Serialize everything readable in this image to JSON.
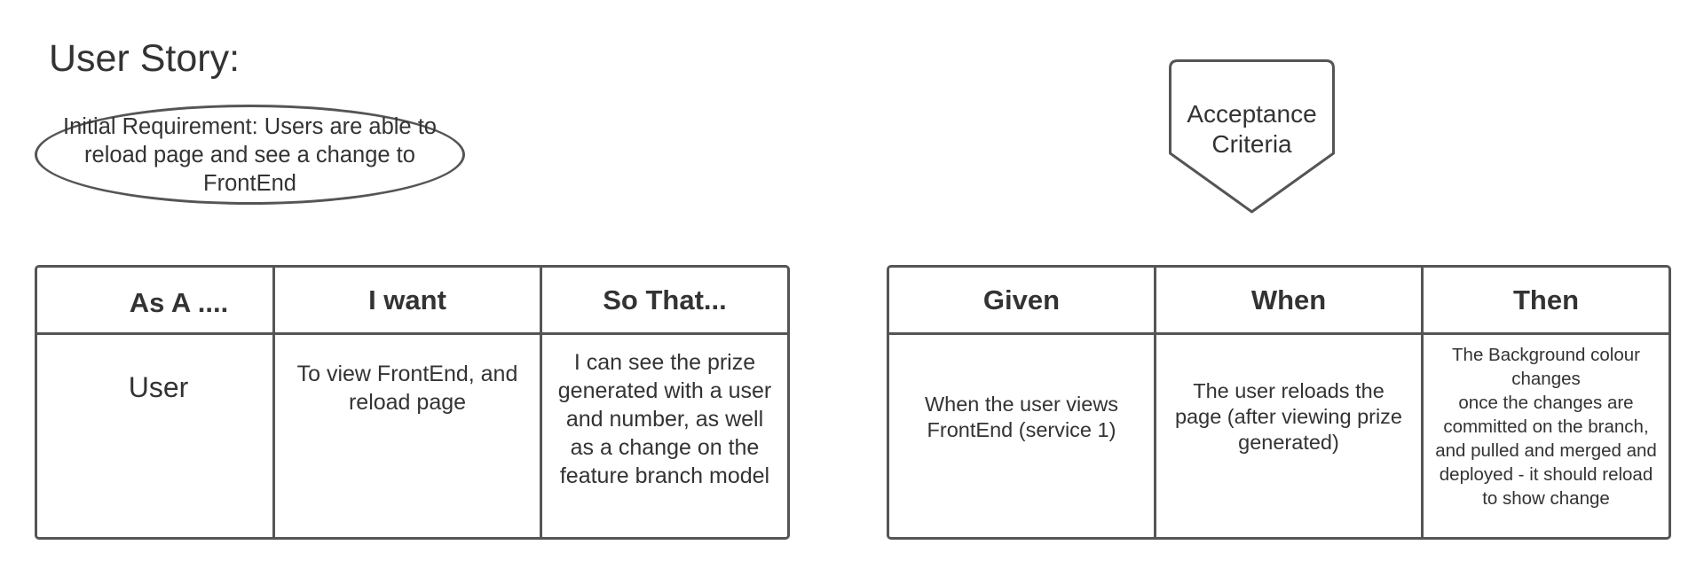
{
  "title": "User Story:",
  "requirement": "Initial Requirement: Users are able to reload page and see a change to FrontEnd",
  "acceptance_label": "Acceptance\nCriteria",
  "acceptance_label_lines": [
    "Acceptance",
    "Criteria"
  ],
  "story_table": {
    "headers": [
      "As A ....",
      "I want",
      "So That..."
    ],
    "cells": [
      "User",
      "To view FrontEnd, and reload page",
      "I can see the prize generated with a user and number, as well as a change on the feature branch model"
    ]
  },
  "acceptance_table": {
    "headers": [
      "Given",
      "When",
      "Then"
    ],
    "cells": [
      "When the user views FrontEnd (service 1)",
      "The user reloads the page (after viewing prize generated)",
      "The Background colour changes\nonce the changes are committed on the branch, and pulled and merged and deployed - it should reload to show change"
    ]
  },
  "colors": {
    "stroke": "#555555",
    "text": "#333333",
    "background": "#ffffff"
  }
}
